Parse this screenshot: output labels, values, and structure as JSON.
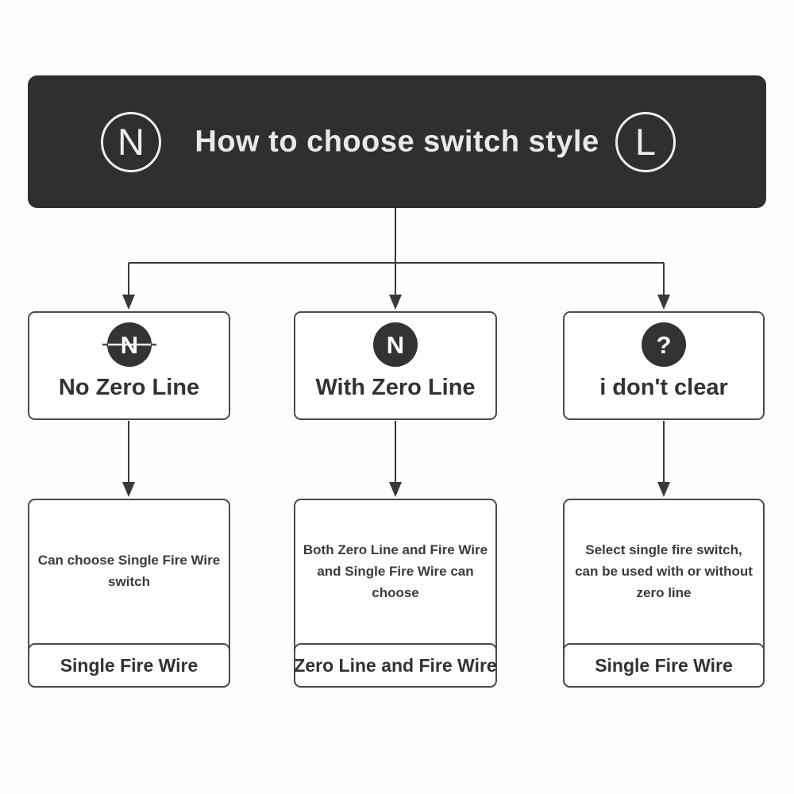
{
  "header": {
    "title": "How to choose switch style",
    "left_badge": "N",
    "right_badge": "L"
  },
  "colors": {
    "header_bg": "#2e2f31",
    "header_text": "#e9e9e7",
    "box_border": "#4b4b4d",
    "icon_circle": "#333335",
    "line": "#39393b",
    "text": "#323234",
    "background": "#fdfdfd"
  },
  "columns": [
    {
      "icon_letter": "N",
      "option_label": "No Zero Line",
      "description": "Can choose Single Fire Wire switch",
      "description_lines": [
        "Can choose Single Fire Wire",
        "switch"
      ],
      "result_label": "Single Fire Wire"
    },
    {
      "icon_letter": "N",
      "option_label": "With Zero Line",
      "description": "Both Zero Line and Fire Wire and Single Fire Wire can choose",
      "description_lines": [
        "Both Zero Line and Fire Wire",
        "and Single Fire Wire can",
        "choose"
      ],
      "result_label": "Zero Line and Fire Wire"
    },
    {
      "icon_letter": "?",
      "option_label": "i don't clear",
      "description": "Select single fire switch, can be used with or without zero line",
      "description_lines": [
        "Select single fire switch,",
        "can be used with or without",
        "zero line"
      ],
      "result_label": "Single Fire Wire"
    }
  ]
}
